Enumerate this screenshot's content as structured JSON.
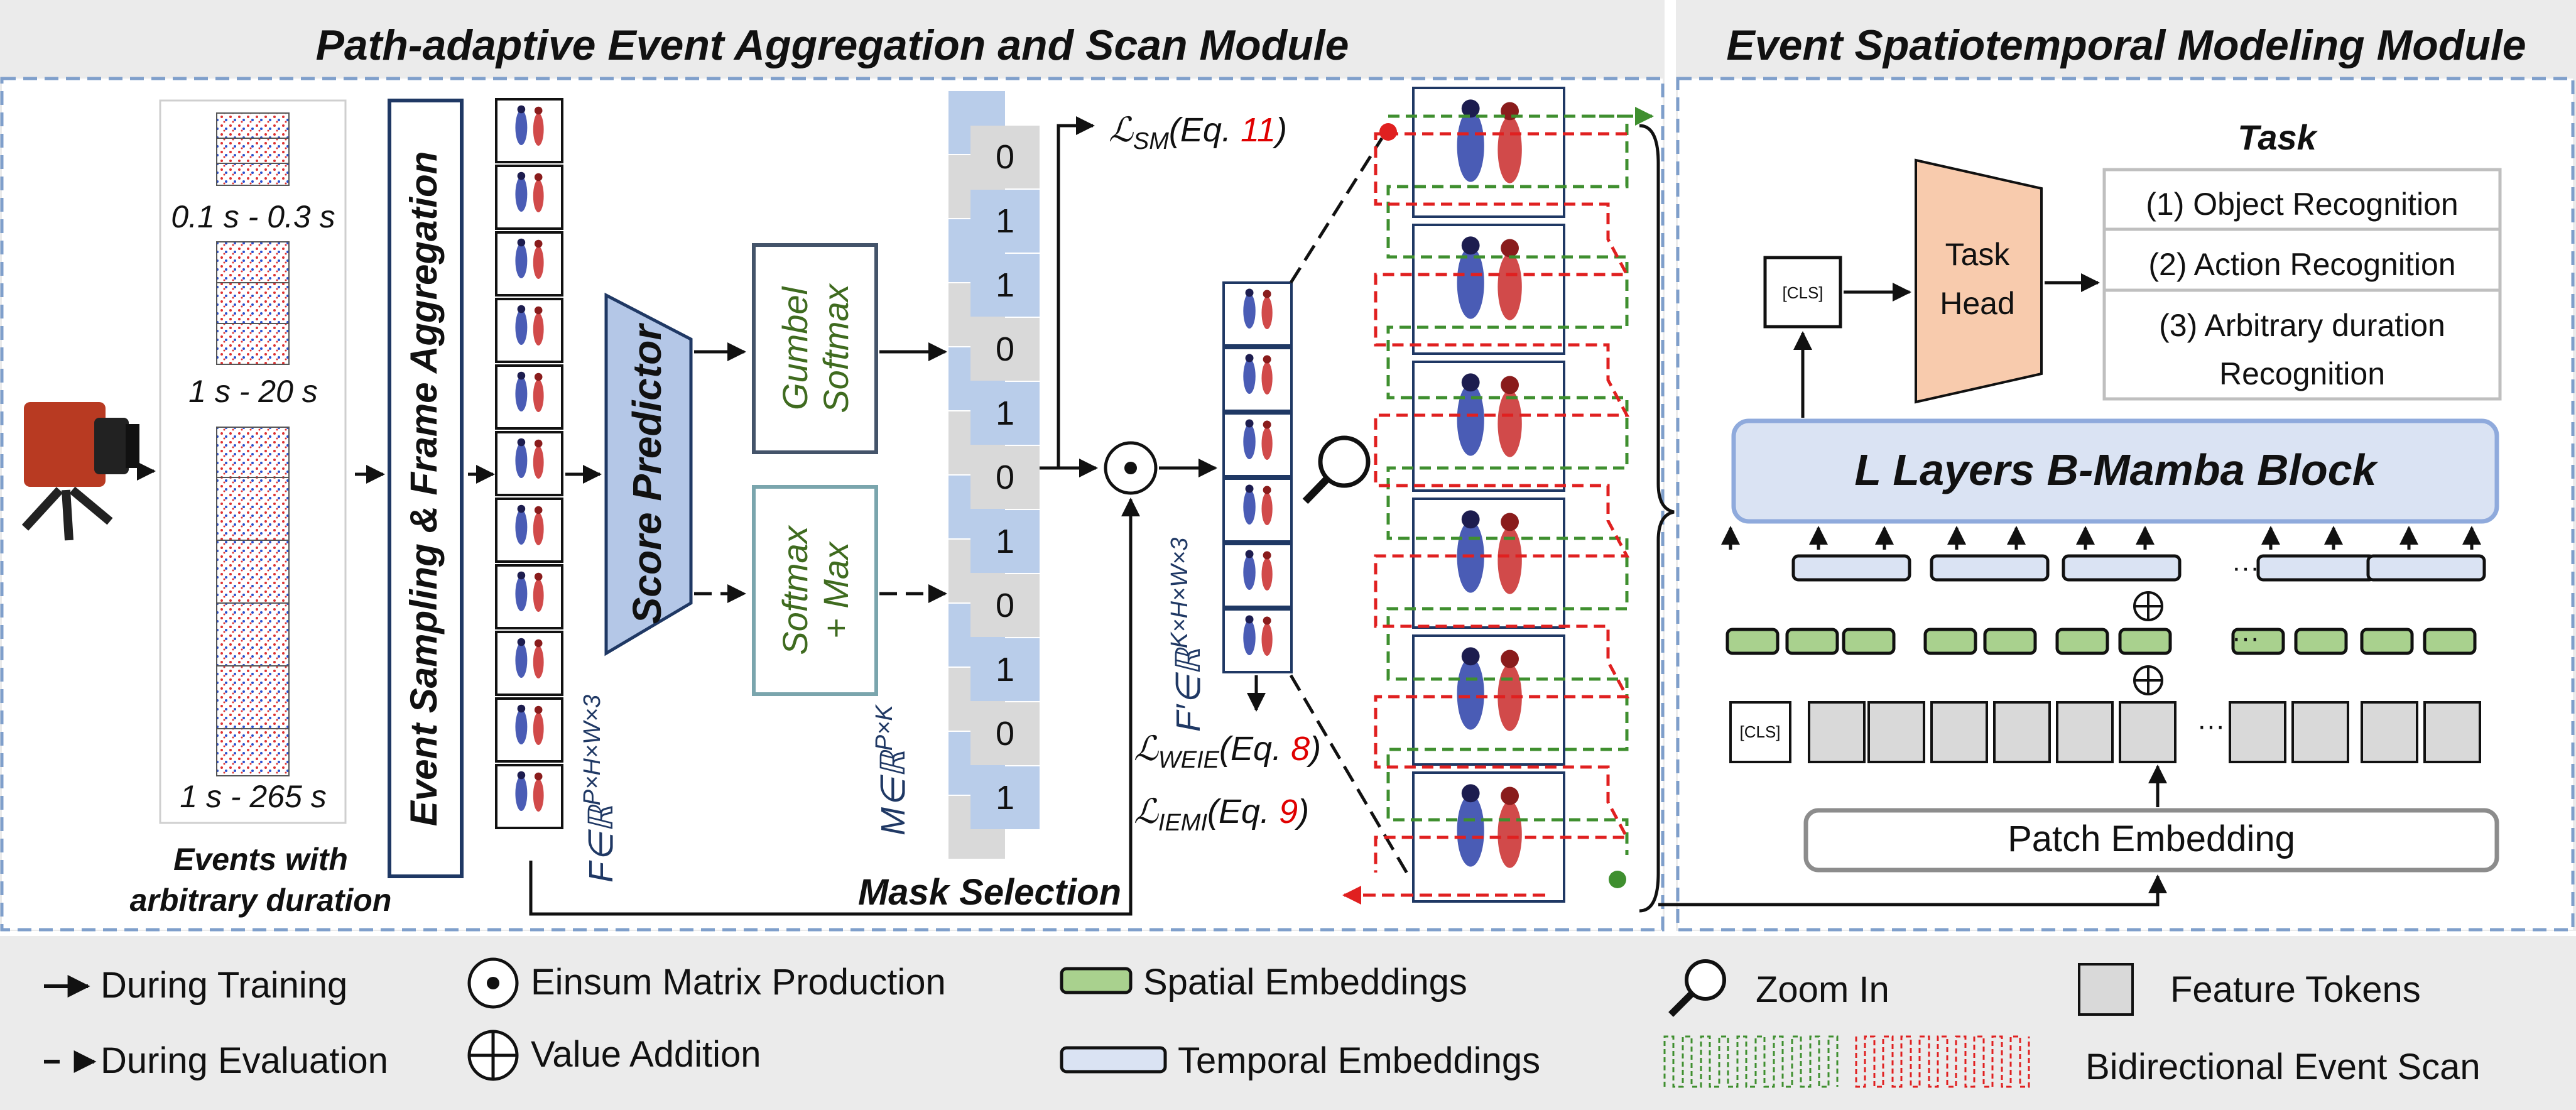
{
  "left_module": {
    "title": "Path-adaptive Event Aggregation and Scan Module",
    "duration_labels": [
      "0.1 s - 0.3 s",
      "1 s - 20 s",
      "1 s - 265 s"
    ],
    "events_caption": [
      "Events with",
      "arbitrary duration"
    ],
    "sampling_label": "Event Sampling & Frame Aggregation",
    "f_label": "F∈ℝ",
    "f_sup": "P×H×W×3",
    "score_predictor": "Score Predictor",
    "gumbel": [
      "Gumbel",
      "Softmax"
    ],
    "softmax_max": [
      "Softmax",
      "+ Max"
    ],
    "mask_values": [
      "0",
      "1",
      "1",
      "0",
      "1",
      "0",
      "1",
      "0",
      "1",
      "0",
      "1"
    ],
    "m_label": "M∈ℝ",
    "m_sup": "P×K",
    "mask_selection": "Mask Selection",
    "loss_sm": {
      "name": "ℒ",
      "sub": "SM",
      "pre": "(Eq. ",
      "num": "11",
      "post": ")"
    },
    "loss_weie": {
      "name": "ℒ",
      "sub": "WEIE",
      "pre": "(Eq. ",
      "num": "8",
      "post": ")"
    },
    "loss_iemi": {
      "name": "ℒ",
      "sub": "IEMI",
      "pre": "(Eq. ",
      "num": "9",
      "post": ")"
    },
    "fprime_label": "F′∈ℝ",
    "fprime_sup": "K×H×W×3"
  },
  "right_module": {
    "title": "Event Spatiotemporal Modeling Module",
    "task_title": "Task",
    "tasks": [
      "(1) Object Recognition",
      "(2) Action Recognition",
      "(3) Arbitrary duration",
      "Recognition"
    ],
    "task_head": [
      "Task",
      "Head"
    ],
    "cls": "[CLS]",
    "mamba": "L Layers B-Mamba Block",
    "patch_embedding": "Patch Embedding",
    "ellipsis": "···"
  },
  "legend": {
    "during_training": "During Training",
    "during_evaluation": "During Evaluation",
    "einsum": "Einsum Matrix Production",
    "value_addition": "Value Addition",
    "spatial": "Spatial Embeddings",
    "temporal": "Temporal Embeddings",
    "zoom": "Zoom In",
    "feature_tokens": "Feature Tokens",
    "bidirectional": "Bidirectional Event Scan"
  },
  "colors": {
    "panel_bg": "#ebebeb",
    "panel_border": "#7f9fcb",
    "mask_blue": "#b9cdea",
    "mask_gray": "#d9d9d9",
    "gumbel_border": "#44546a",
    "gumbel_text": "#3f6b1f",
    "softmax_border": "#7aa5ad",
    "score_fill": "#b4c7e7",
    "task_head_fill": "#f8cbad",
    "spatial_fill": "#a9d18e",
    "temporal_fill": "#dae3f3",
    "token_fill": "#d9d9d9",
    "mamba_border": "#8faadc",
    "scan_red": "#e02020",
    "scan_green": "#3f8f2f",
    "eq_red": "#e00000",
    "dark_blue": "#1f3864"
  }
}
